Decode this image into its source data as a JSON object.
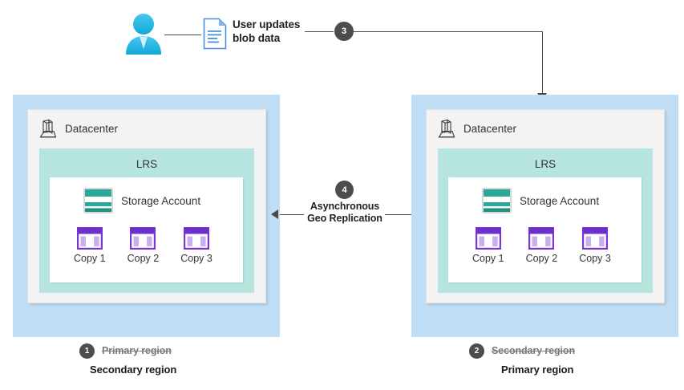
{
  "diagram": {
    "title": "Azure Geo-Redundant Storage failover diagram",
    "colors": {
      "region_fill": "#bfdef5",
      "datacenter_fill": "#f3f3f3",
      "lrs_fill": "#b6e5e0",
      "badge": "#4d4d4d",
      "storage_teal": "#2aa99b",
      "copy_purple": "#7a35d4",
      "user_blue": "#2bb8e8",
      "doc_blue": "#4a90d9",
      "line": "#4a4a4a"
    }
  },
  "user_flow": {
    "user_icon": "user-icon",
    "document_icon": "document-icon",
    "label_line1": "User updates",
    "label_line2": "blob data",
    "badge": "3"
  },
  "replication": {
    "badge": "4",
    "label_line1": "Asynchronous",
    "label_line2": "Geo Replication",
    "direction": "right-to-left"
  },
  "regions": [
    {
      "side": "left",
      "datacenter_label": "Datacenter",
      "datacenter_icon": "datacenter-icon",
      "lrs_label": "LRS",
      "storage_account_label": "Storage Account",
      "storage_account_icon": "storage-account-icon",
      "copies": [
        "Copy 1",
        "Copy 2",
        "Copy 3"
      ],
      "legend": {
        "badge": "1",
        "struck_label": "Primary region",
        "current_label": "Secondary region"
      }
    },
    {
      "side": "right",
      "datacenter_label": "Datacenter",
      "datacenter_icon": "datacenter-icon",
      "lrs_label": "LRS",
      "storage_account_label": "Storage Account",
      "storage_account_icon": "storage-account-icon",
      "copies": [
        "Copy 1",
        "Copy 2",
        "Copy 3"
      ],
      "legend": {
        "badge": "2",
        "struck_label": "Secondary region",
        "current_label": "Primary region"
      }
    }
  ]
}
